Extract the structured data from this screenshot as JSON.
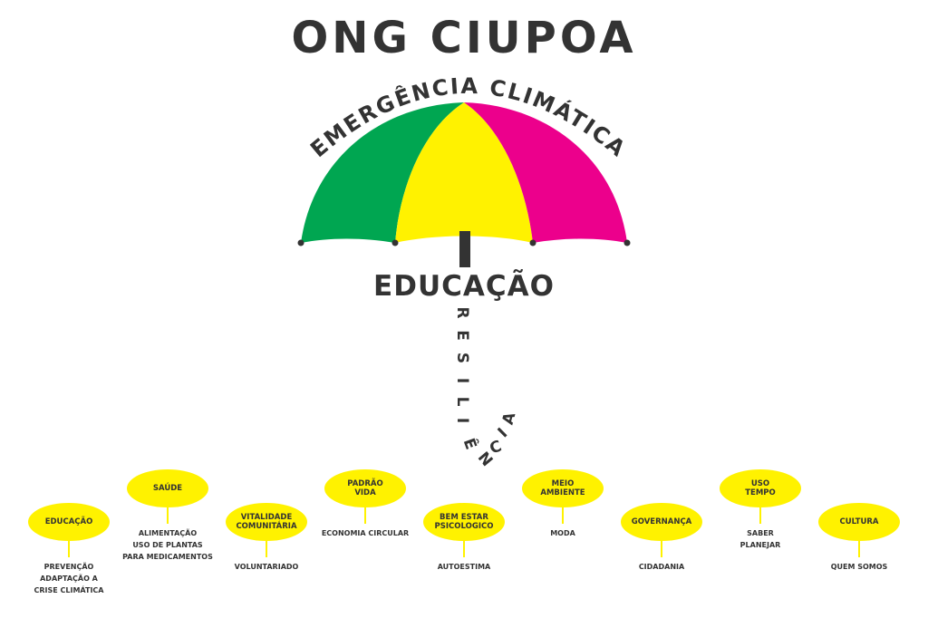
{
  "title": "ONG CIUPOA",
  "arc_text": "EMERGÊNCIA CLIMÁTICA",
  "subtitle": "EDUCAÇÃO",
  "vertical_text": [
    "R",
    "E",
    "S",
    "I",
    "L",
    "I",
    "Ê",
    "N",
    "C",
    "I",
    "A"
  ],
  "colors": {
    "green": "#00a651",
    "yellow": "#fff200",
    "magenta": "#ec008c",
    "text": "#333333"
  },
  "nodes": [
    {
      "label": "EDUCAÇÃO",
      "note": "PREVENÇÃO\nADAPTAÇÃO A\nCRISE CLIMÁTICA"
    },
    {
      "label": "SAÚDE",
      "note": "ALIMENTAÇÃO\nUSO DE PLANTAS\nPARA MEDICAMENTOS"
    },
    {
      "label": "VITALIDADE\nCOMUNITÁRIA",
      "note": "VOLUNTARIADO"
    },
    {
      "label": "PADRÃO\nVIDA",
      "note": "ECONOMIA CIRCULAR"
    },
    {
      "label": "BEM ESTAR\nPSICOLOGICO",
      "note": "AUTOESTIMA"
    },
    {
      "label": "MEIO\nAMBIENTE",
      "note": "MODA"
    },
    {
      "label": "GOVERNANÇA",
      "note": "CIDADANIA"
    },
    {
      "label": "USO\nTEMPO",
      "note": "SABER\nPLANEJAR"
    },
    {
      "label": "CULTURA",
      "note": "QUEM SOMOS"
    }
  ]
}
